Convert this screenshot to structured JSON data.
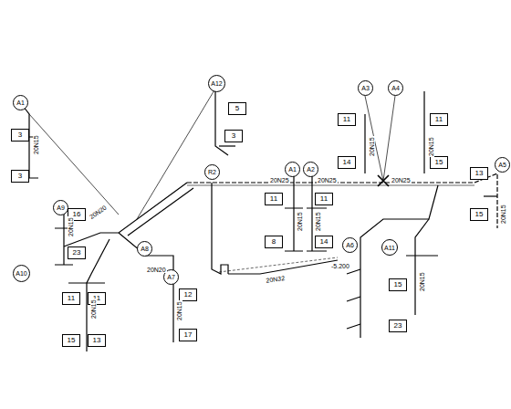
{
  "diagram": {
    "nodes": [
      {
        "text": [
          "A1"
        ]
      },
      {
        "text": [
          "3"
        ]
      },
      {
        "text": [
          "3"
        ]
      },
      {
        "text": [
          "A12"
        ]
      },
      {
        "text": [
          "5"
        ]
      },
      {
        "text": [
          "3"
        ]
      },
      {
        "text": [
          "A3"
        ]
      },
      {
        "text": [
          "A4"
        ]
      },
      {
        "text": [
          "11"
        ]
      },
      {
        "text": [
          "14"
        ]
      },
      {
        "text": [
          "11"
        ]
      },
      {
        "text": [
          "15"
        ]
      },
      {
        "text": [
          "R2"
        ]
      },
      {
        "text": [
          "A1"
        ]
      },
      {
        "text": [
          "A2"
        ]
      },
      {
        "text": [
          "A5"
        ]
      },
      {
        "text": [
          "A9"
        ]
      },
      {
        "text": [
          "16"
        ]
      },
      {
        "text": [
          "11"
        ]
      },
      {
        "text": [
          "8"
        ]
      },
      {
        "text": [
          "11"
        ]
      },
      {
        "text": [
          "14"
        ]
      },
      {
        "text": [
          "13"
        ]
      },
      {
        "text": [
          "15"
        ]
      },
      {
        "text": [
          "23"
        ]
      },
      {
        "text": [
          "A8"
        ]
      },
      {
        "text": [
          "A7"
        ]
      },
      {
        "text": [
          "A6"
        ]
      },
      {
        "text": [
          "A11"
        ]
      },
      {
        "text": [
          "A10"
        ]
      },
      {
        "text": [
          "11"
        ]
      },
      {
        "text": [
          "11"
        ]
      },
      {
        "text": [
          "12"
        ]
      },
      {
        "text": [
          "15"
        ]
      },
      {
        "text": [
          "15"
        ]
      },
      {
        "text": [
          "13"
        ]
      },
      {
        "text": [
          "17"
        ]
      },
      {
        "text": [
          "23"
        ]
      }
    ],
    "labels": [
      "20N20",
      "20N20",
      "20N25",
      "20N25",
      "20N25",
      "20N32",
      "20N15",
      "20N15",
      "20N15",
      "20N15",
      "20N15",
      "20N15",
      "20N15",
      "20N15",
      "20N15",
      "20N15",
      "-5.200"
    ]
  }
}
